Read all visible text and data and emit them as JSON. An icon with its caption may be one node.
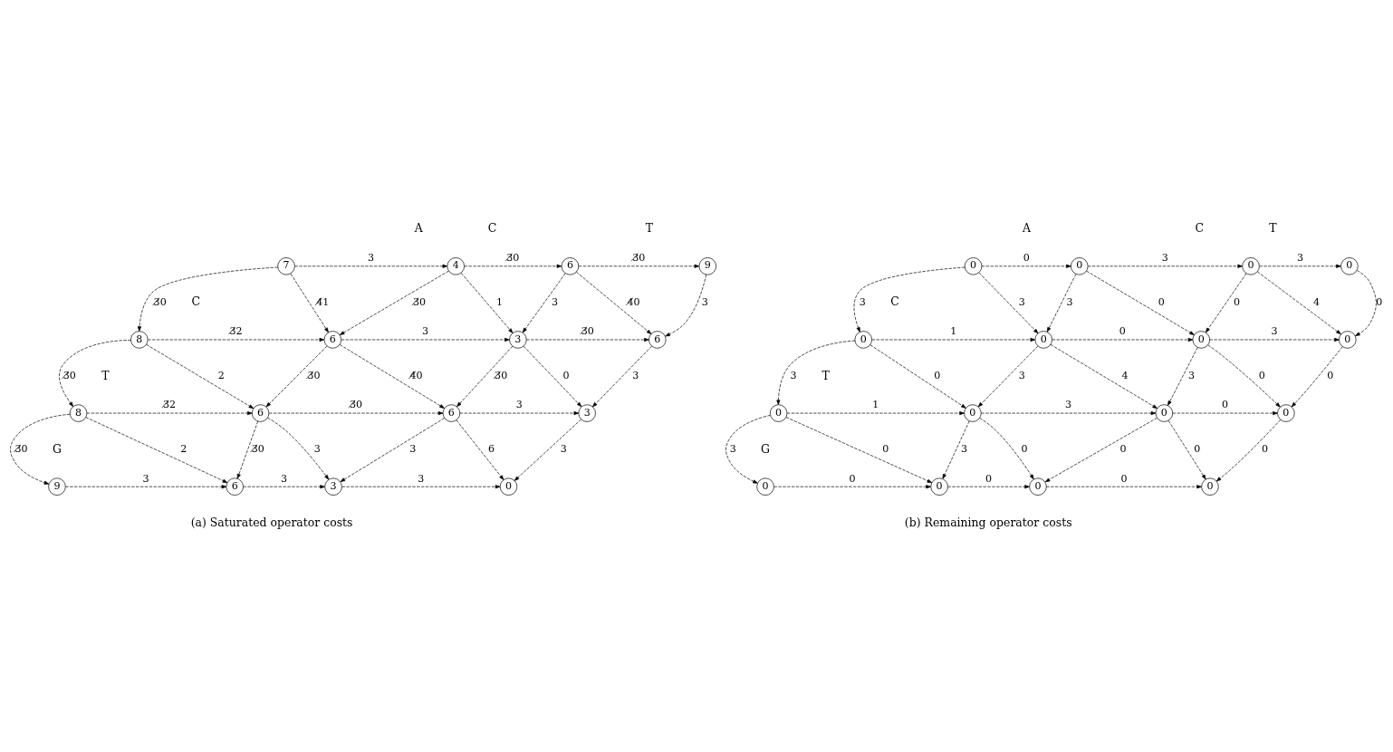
{
  "diagram": {
    "nodes": [
      {
        "text": [
          "7"
        ]
      },
      {
        "text": [
          "4"
        ]
      },
      {
        "text": [
          "6"
        ]
      },
      {
        "text": [
          "9"
        ]
      },
      {
        "text": [
          "8"
        ]
      },
      {
        "text": [
          "6"
        ]
      },
      {
        "text": [
          "3"
        ]
      },
      {
        "text": [
          "6"
        ]
      },
      {
        "text": [
          "8"
        ]
      },
      {
        "text": [
          "6"
        ]
      },
      {
        "text": [
          "6"
        ]
      },
      {
        "text": [
          "3"
        ]
      },
      {
        "text": [
          "9"
        ]
      },
      {
        "text": [
          "6"
        ]
      },
      {
        "text": [
          "3"
        ]
      },
      {
        "text": [
          "0"
        ]
      },
      {
        "text": [
          "0"
        ]
      },
      {
        "text": [
          "0"
        ]
      },
      {
        "text": [
          "0"
        ]
      },
      {
        "text": [
          "0"
        ]
      },
      {
        "text": [
          "0"
        ]
      },
      {
        "text": [
          "0"
        ]
      },
      {
        "text": [
          "0"
        ]
      },
      {
        "text": [
          "0"
        ]
      },
      {
        "text": [
          "0"
        ]
      },
      {
        "text": [
          "0"
        ]
      },
      {
        "text": [
          "0"
        ]
      },
      {
        "text": [
          "0"
        ]
      },
      {
        "text": [
          "0"
        ]
      },
      {
        "text": [
          "0"
        ]
      },
      {
        "text": [
          "0"
        ]
      },
      {
        "text": [
          "0"
        ]
      }
    ],
    "edges": [
      {
        "from": 0,
        "to": 1,
        "arrow": "to",
        "label": "3",
        "style": "dashed"
      },
      {
        "from": 1,
        "to": 2,
        "arrow": "to",
        "label": "3̸0",
        "style": "dashed"
      },
      {
        "from": 2,
        "to": 3,
        "arrow": "to",
        "label": "3̸0",
        "style": "dashed"
      },
      {
        "from": 4,
        "to": 5,
        "arrow": "to",
        "label": "3̸2",
        "style": "dashed"
      },
      {
        "from": 5,
        "to": 6,
        "arrow": "to",
        "label": "3",
        "style": "dashed"
      },
      {
        "from": 6,
        "to": 7,
        "arrow": "to",
        "label": "3̸0",
        "style": "dashed"
      },
      {
        "from": 8,
        "to": 9,
        "arrow": "to",
        "label": "3̸2",
        "style": "dashed"
      },
      {
        "from": 9,
        "to": 10,
        "arrow": "to",
        "label": "3̸0",
        "style": "dashed"
      },
      {
        "from": 10,
        "to": 11,
        "arrow": "to",
        "label": "3",
        "style": "dashed"
      },
      {
        "from": 12,
        "to": 13,
        "arrow": "to",
        "label": "3",
        "style": "dashed"
      },
      {
        "from": 13,
        "to": 14,
        "arrow": "to",
        "label": "3",
        "style": "dashed"
      },
      {
        "from": 14,
        "to": 15,
        "arrow": "to",
        "label": "3",
        "style": "dashed"
      },
      {
        "from": 0,
        "to": 4,
        "arrow": "to",
        "label": "3̸0",
        "style": "dashed"
      },
      {
        "from": 1,
        "to": 5,
        "arrow": "to",
        "label": "3̸0",
        "style": "dashed"
      },
      {
        "from": 2,
        "to": 6,
        "arrow": "to",
        "label": "3",
        "style": "dashed"
      },
      {
        "from": 3,
        "to": 7,
        "arrow": "to",
        "label": "3",
        "style": "dashed"
      },
      {
        "from": 4,
        "to": 8,
        "arrow": "to",
        "label": "3̸0",
        "style": "dashed"
      },
      {
        "from": 5,
        "to": 9,
        "arrow": "to",
        "label": "3̸0",
        "style": "dashed"
      },
      {
        "from": 6,
        "to": 10,
        "arrow": "to",
        "label": "3̸0",
        "style": "dashed"
      },
      {
        "from": 7,
        "to": 11,
        "arrow": "to",
        "label": "3",
        "style": "dashed"
      },
      {
        "from": 8,
        "to": 12,
        "arrow": "to",
        "label": "3̸0",
        "style": "dashed"
      },
      {
        "from": 9,
        "to": 13,
        "arrow": "to",
        "label": "3̸0",
        "style": "dashed"
      },
      {
        "from": 10,
        "to": 14,
        "arrow": "to",
        "label": "3",
        "style": "dashed"
      },
      {
        "from": 11,
        "to": 15,
        "arrow": "to",
        "label": "3",
        "style": "dashed"
      },
      {
        "from": 0,
        "to": 5,
        "arrow": "to",
        "label": "4̸1",
        "style": "dashed"
      },
      {
        "from": 1,
        "to": 6,
        "arrow": "to",
        "label": "1",
        "style": "dashed"
      },
      {
        "from": 2,
        "to": 7,
        "arrow": "to",
        "label": "4̸0",
        "style": "dashed"
      },
      {
        "from": 4,
        "to": 9,
        "arrow": "to",
        "label": "2",
        "style": "dashed"
      },
      {
        "from": 5,
        "to": 10,
        "arrow": "to",
        "label": "4̸0",
        "style": "dashed"
      },
      {
        "from": 6,
        "to": 11,
        "arrow": "to",
        "label": "0",
        "style": "dashed"
      },
      {
        "from": 8,
        "to": 13,
        "arrow": "to",
        "label": "2",
        "style": "dashed"
      },
      {
        "from": 9,
        "to": 14,
        "arrow": "to",
        "label": "3",
        "style": "dashed"
      },
      {
        "from": 10,
        "to": 15,
        "arrow": "to",
        "label": "6",
        "style": "dashed"
      },
      {
        "from": 16,
        "to": 17,
        "arrow": "to",
        "label": "0",
        "style": "dashed"
      },
      {
        "from": 17,
        "to": 18,
        "arrow": "to",
        "label": "3",
        "style": "dashed"
      },
      {
        "from": 18,
        "to": 19,
        "arrow": "to",
        "label": "3",
        "style": "dashed"
      },
      {
        "from": 20,
        "to": 21,
        "arrow": "to",
        "label": "1",
        "style": "dashed"
      },
      {
        "from": 21,
        "to": 22,
        "arrow": "to",
        "label": "0",
        "style": "dashed"
      },
      {
        "from": 22,
        "to": 23,
        "arrow": "to",
        "label": "3",
        "style": "dashed"
      },
      {
        "from": 24,
        "to": 25,
        "arrow": "to",
        "label": "1",
        "style": "dashed"
      },
      {
        "from": 25,
        "to": 26,
        "arrow": "to",
        "label": "3",
        "style": "dashed"
      },
      {
        "from": 26,
        "to": 27,
        "arrow": "to",
        "label": "0",
        "style": "dashed"
      },
      {
        "from": 28,
        "to": 29,
        "arrow": "to",
        "label": "0",
        "style": "dashed"
      },
      {
        "from": 29,
        "to": 30,
        "arrow": "to",
        "label": "0",
        "style": "dashed"
      },
      {
        "from": 30,
        "to": 31,
        "arrow": "to",
        "label": "0",
        "style": "dashed"
      },
      {
        "from": 16,
        "to": 20,
        "arrow": "to",
        "label": "3",
        "style": "dashed"
      },
      {
        "from": 17,
        "to": 21,
        "arrow": "to",
        "label": "3",
        "style": "dashed"
      },
      {
        "from": 18,
        "to": 22,
        "arrow": "to",
        "label": "0",
        "style": "dashed"
      },
      {
        "from": 19,
        "to": 23,
        "arrow": "to",
        "label": "0",
        "style": "dashed"
      },
      {
        "from": 20,
        "to": 24,
        "arrow": "to",
        "label": "3",
        "style": "dashed"
      },
      {
        "from": 21,
        "to": 25,
        "arrow": "to",
        "label": "3",
        "style": "dashed"
      },
      {
        "from": 22,
        "to": 26,
        "arrow": "to",
        "label": "3",
        "style": "dashed"
      },
      {
        "from": 23,
        "to": 27,
        "arrow": "to",
        "label": "0",
        "style": "dashed"
      },
      {
        "from": 24,
        "to": 28,
        "arrow": "to",
        "label": "3",
        "style": "dashed"
      },
      {
        "from": 25,
        "to": 29,
        "arrow": "to",
        "label": "3",
        "style": "dashed"
      },
      {
        "from": 26,
        "to": 30,
        "arrow": "to",
        "label": "0",
        "style": "dashed"
      },
      {
        "from": 27,
        "to": 31,
        "arrow": "to",
        "label": "0",
        "style": "dashed"
      },
      {
        "from": 16,
        "to": 21,
        "arrow": "to",
        "label": "3",
        "style": "dashed"
      },
      {
        "from": 17,
        "to": 22,
        "arrow": "to",
        "label": "0",
        "style": "dashed"
      },
      {
        "from": 18,
        "to": 23,
        "arrow": "to",
        "label": "4",
        "style": "dashed"
      },
      {
        "from": 20,
        "to": 25,
        "arrow": "to",
        "label": "0",
        "style": "dashed"
      },
      {
        "from": 21,
        "to": 26,
        "arrow": "to",
        "label": "4",
        "style": "dashed"
      },
      {
        "from": 22,
        "to": 27,
        "arrow": "to",
        "label": "0",
        "style": "dashed"
      },
      {
        "from": 24,
        "to": 29,
        "arrow": "to",
        "label": "0",
        "style": "dashed"
      },
      {
        "from": 25,
        "to": 30,
        "arrow": "to",
        "label": "0",
        "style": "dashed"
      },
      {
        "from": 26,
        "to": 31,
        "arrow": "to",
        "label": "0",
        "style": "dashed"
      }
    ],
    "labels": [
      "A",
      "C",
      "T",
      "A",
      "C",
      "T",
      "C",
      "C",
      "T",
      "T",
      "G",
      "G",
      "(a) Saturated operator costs",
      "(b) Remaining operator costs"
    ]
  }
}
